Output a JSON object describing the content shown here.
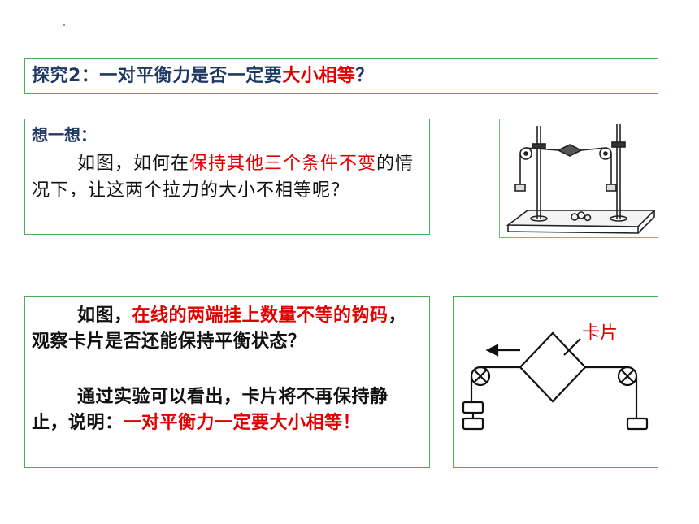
{
  "title": {
    "prefix": "探究2：一对平衡力是否一定要",
    "highlight": "大小相等",
    "suffix": "？"
  },
  "think": {
    "heading": "想一想：",
    "body_1": "如图，如何在",
    "body_red_1": "保持其他三个条件不变",
    "body_2": "的情况下，让这两个拉力的大小不相等呢？"
  },
  "result": {
    "p1_text_1": "如图，",
    "p1_red": "在线的两端挂上数量不等的钩码",
    "p1_text_2": "，观察卡片是否还能保持平衡状态？",
    "p2_text_1": "通过实验可以看出，卡片将不再保持静止，说明：",
    "p2_red": "一对平衡力一定要大小相等！"
  },
  "diagram": {
    "card_label": "卡片"
  },
  "colors": {
    "border": "#4caf50",
    "accent_red": "#e00000",
    "heading_blue": "#1f3864"
  }
}
